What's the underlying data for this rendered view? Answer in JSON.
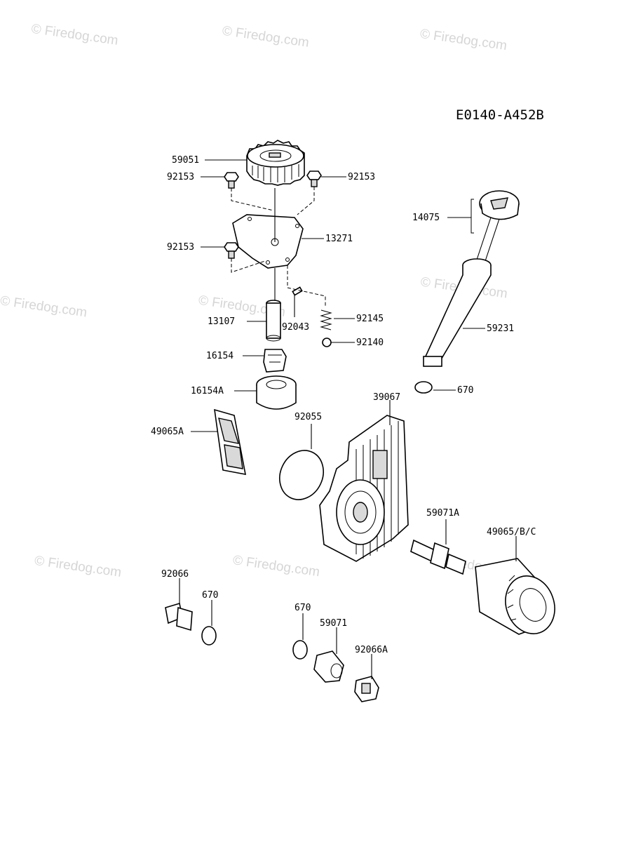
{
  "diagram_code": "E0140-A452B",
  "watermark": "© Firedog.com",
  "part_labels": {
    "p59051": "59051",
    "p92153_left": "92153",
    "p92153_right": "92153",
    "p92153_lower": "92153",
    "p13271": "13271",
    "p14075": "14075",
    "p13107": "13107",
    "p92043": "92043",
    "p92145": "92145",
    "p92140": "92140",
    "p59231": "59231",
    "p16154": "16154",
    "p16154A": "16154A",
    "p670_a": "670",
    "p39067": "39067",
    "p92055": "92055",
    "p49065A": "49065A",
    "p59071A": "59071A",
    "p49065BC": "49065/B/C",
    "p92066": "92066",
    "p670_b": "670",
    "p670_c": "670",
    "p59071": "59071",
    "p92066A": "92066A"
  }
}
